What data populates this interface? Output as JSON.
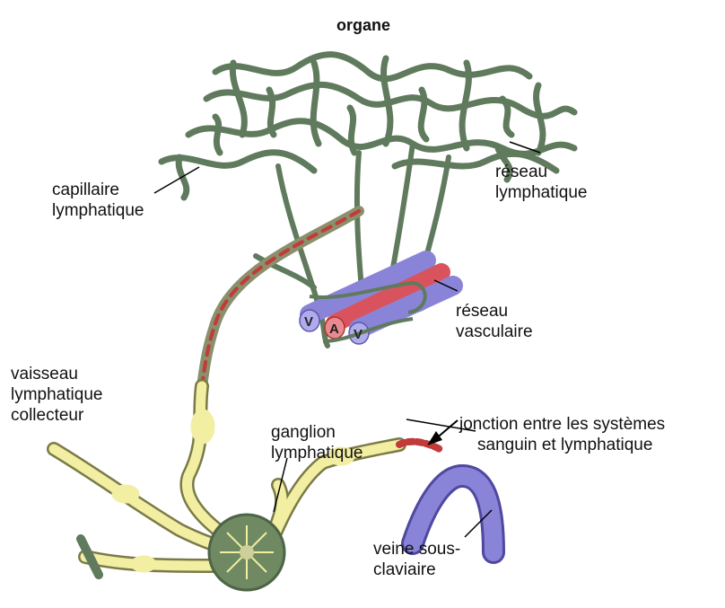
{
  "diagram": {
    "title": "organe",
    "labels": {
      "capillaire": [
        "capillaire",
        "lymphatique"
      ],
      "reseau_lymph": [
        "réseau",
        "lymphatique"
      ],
      "reseau_vasc": [
        "réseau",
        "vasculaire"
      ],
      "vaisseau": [
        "vaisseau",
        "lymphatique",
        "collecteur"
      ],
      "ganglion": [
        "ganglion",
        "lymphatique"
      ],
      "jonction": [
        "jonction entre les systèmes",
        "sanguin et lymphatique"
      ],
      "veine": [
        "veine sous-",
        "claviaire"
      ]
    },
    "vessel_letters": [
      "V",
      "A",
      "V"
    ],
    "colors": {
      "lymph_network": "#5f7a5c",
      "lymph_collector": "#f2eea2",
      "artery": "#d9535e",
      "vein": "#8a84d8",
      "ganglion": "#6f8a62"
    }
  }
}
